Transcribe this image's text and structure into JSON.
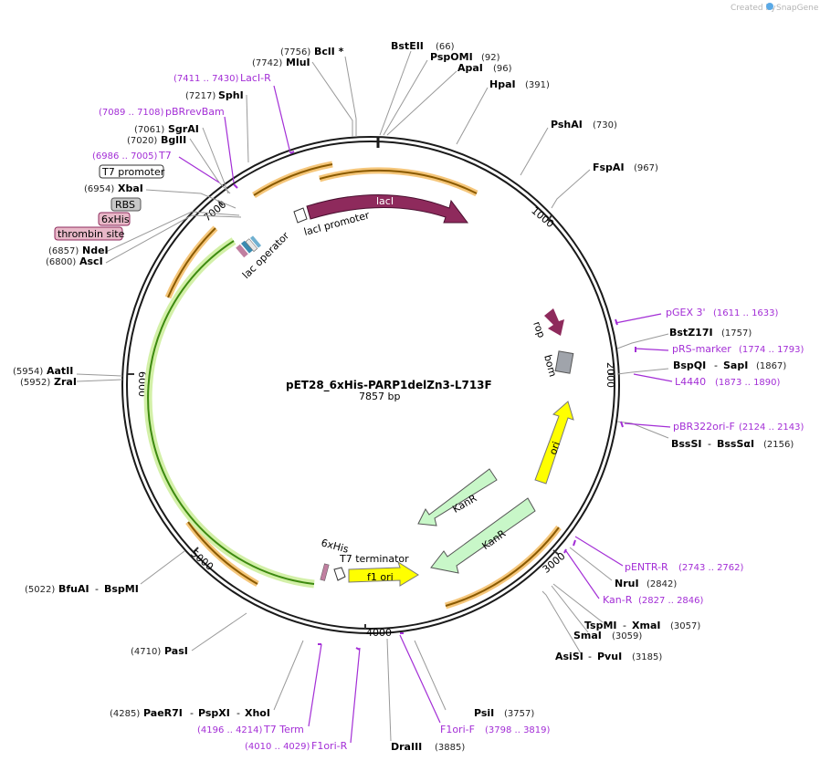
{
  "credit": {
    "text": "Created by",
    "brand": "SnapGene"
  },
  "plasmid": {
    "name": "pET28_6xHis-PARP1delZn3-L713F",
    "length": "7857 bp"
  },
  "ticks": [
    "1000",
    "2000",
    "3000",
    "4000",
    "5000",
    "6000",
    "7000"
  ],
  "enzymes": [
    {
      "name": "BclI *",
      "pos": "(7756)"
    },
    {
      "name": "MluI",
      "pos": "(7742)"
    },
    {
      "name": "SphI",
      "pos": "(7217)"
    },
    {
      "name": "SgrAI",
      "pos": "(7061)"
    },
    {
      "name": "BglII",
      "pos": "(7020)"
    },
    {
      "name": "XbaI",
      "pos": "(6954)"
    },
    {
      "name": "NdeI",
      "pos": "(6857)"
    },
    {
      "name": "AscI",
      "pos": "(6800)"
    },
    {
      "name": "AatII",
      "pos": "(5954)"
    },
    {
      "name": "ZraI",
      "pos": "(5952)"
    },
    {
      "name": "BfuAI",
      "name2": "BspMI",
      "pos": "(5022)"
    },
    {
      "name": "PasI",
      "pos": "(4710)"
    },
    {
      "name": "PaeR7I",
      "name2": "PspXI",
      "name3": "XhoI",
      "pos": "(4285)"
    },
    {
      "name": "DraIII",
      "pos": "(3885)"
    },
    {
      "name": "PsiI",
      "pos": "(3757)"
    },
    {
      "name": "AsiSI",
      "name2": "PvuI",
      "pos": "(3185)"
    },
    {
      "name": "SmaI",
      "pos": "(3059)"
    },
    {
      "name": "TspMI",
      "name2": "XmaI",
      "pos": "(3057)"
    },
    {
      "name": "NruI",
      "pos": "(2842)"
    },
    {
      "name": "BssSI",
      "name2": "BssSαI",
      "pos": "(2156)"
    },
    {
      "name": "BspQI",
      "name2": "SapI",
      "pos": "(1867)"
    },
    {
      "name": "BstZ17I",
      "pos": "(1757)"
    },
    {
      "name": "FspAI",
      "pos": "(967)"
    },
    {
      "name": "PshAI",
      "pos": "(730)"
    },
    {
      "name": "HpaI",
      "pos": "(391)"
    },
    {
      "name": "ApaI",
      "pos": "(96)"
    },
    {
      "name": "PspOMI",
      "pos": "(92)"
    },
    {
      "name": "BstEII",
      "pos": "(66)"
    }
  ],
  "primers": [
    {
      "name": "LacI-R",
      "pos": "(7411 .. 7430)"
    },
    {
      "name": "pBRrevBam",
      "pos": "(7089 .. 7108)"
    },
    {
      "name": "T7",
      "pos": "(6986 .. 7005)"
    },
    {
      "name": "pGEX 3'",
      "pos": "(1611 .. 1633)"
    },
    {
      "name": "pRS-marker",
      "pos": "(1774 .. 1793)"
    },
    {
      "name": "L4440",
      "pos": "(1873 .. 1890)"
    },
    {
      "name": "pBR322ori-F",
      "pos": "(2124 .. 2143)"
    },
    {
      "name": "pENTR-R",
      "pos": "(2743 .. 2762)"
    },
    {
      "name": "Kan-R",
      "pos": "(2827 .. 2846)"
    },
    {
      "name": "F1ori-F",
      "pos": "(3798 .. 3819)"
    },
    {
      "name": "F1ori-R",
      "pos": "(4010 .. 4029)"
    },
    {
      "name": "T7 Term",
      "pos": "(4196 .. 4214)"
    }
  ],
  "boxed": [
    {
      "name": "T7 promoter",
      "style": "white"
    },
    {
      "name": "RBS",
      "style": "gray"
    },
    {
      "name": "6xHis",
      "style": "pink"
    },
    {
      "name": "thrombin site",
      "style": "pink"
    }
  ],
  "features": {
    "lacI": "lacI",
    "lacI_promoter": "lacI promoter",
    "lac_operator": "lac operator",
    "rop": "rop",
    "bom": "bom",
    "ori": "ori",
    "kanr1": "KanR",
    "kanr2": "KanR",
    "f1ori": "f1 ori",
    "t7term": "T7 terminator",
    "his": "6xHis"
  },
  "colors": {
    "backbone": "#1a1a1a",
    "lacI": "#8e2a5c",
    "ori": "#ffff00",
    "kanr": "#c8f7c8",
    "primer": "#a32ed6",
    "orf_orange": "#f5a623",
    "orf_green": "#8bd34a",
    "bom": "#a0a4ab"
  }
}
